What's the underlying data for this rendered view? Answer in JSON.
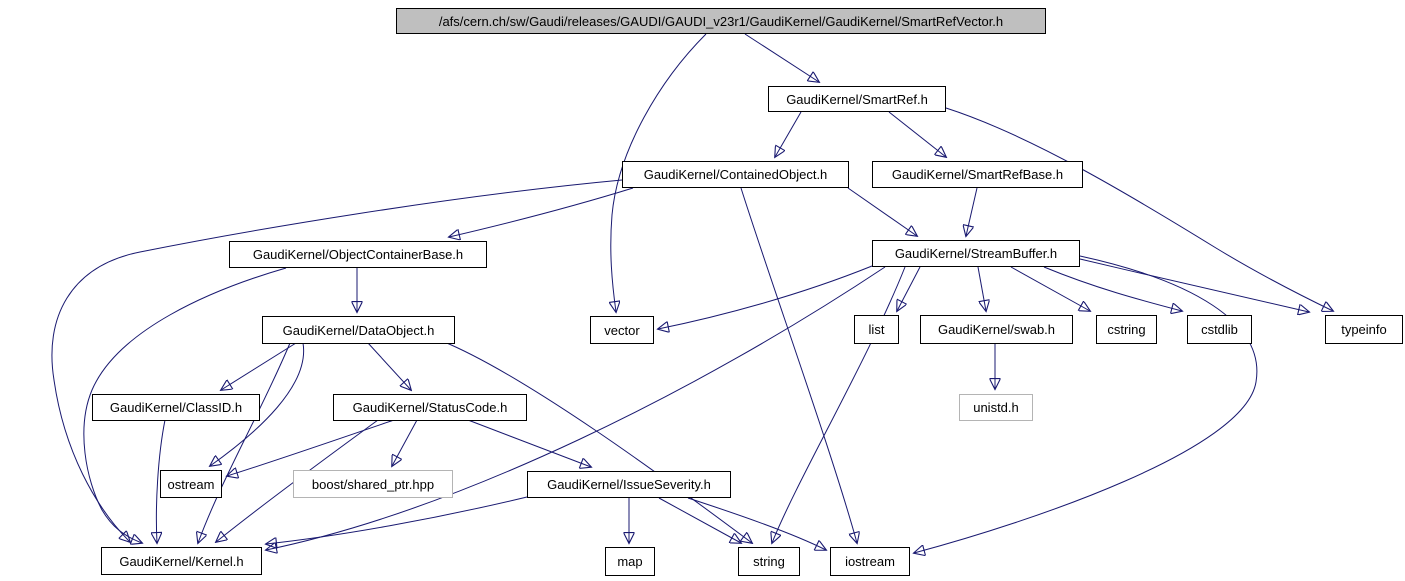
{
  "diagram": {
    "kind": "doxygen-include-dependency-graph",
    "colors": {
      "edge": "#191970",
      "node_fill": "#ffffff",
      "node_border": "#000000",
      "root_fill": "#bfbfbf",
      "external_node_border": "#b4b4b4",
      "background": "#ffffff"
    },
    "nodes": [
      {
        "id": "root",
        "label": "/afs/cern.ch/sw/Gaudi/releases/GAUDI/GAUDI_v23r1/GaudiKernel/GaudiKernel/SmartRefVector.h",
        "type": "root-file"
      },
      {
        "id": "smartref",
        "label": "GaudiKernel/SmartRef.h",
        "type": "project-header"
      },
      {
        "id": "containedobject",
        "label": "GaudiKernel/ContainedObject.h",
        "type": "project-header"
      },
      {
        "id": "smartrefbase",
        "label": "GaudiKernel/SmartRefBase.h",
        "type": "project-header"
      },
      {
        "id": "objectcontainerbase",
        "label": "GaudiKernel/ObjectContainerBase.h",
        "type": "project-header"
      },
      {
        "id": "streambuffer",
        "label": "GaudiKernel/StreamBuffer.h",
        "type": "project-header"
      },
      {
        "id": "vector",
        "label": "vector",
        "type": "system-header"
      },
      {
        "id": "dataobject",
        "label": "GaudiKernel/DataObject.h",
        "type": "project-header"
      },
      {
        "id": "list",
        "label": "list",
        "type": "system-header"
      },
      {
        "id": "swab",
        "label": "GaudiKernel/swab.h",
        "type": "project-header"
      },
      {
        "id": "cstring",
        "label": "cstring",
        "type": "system-header"
      },
      {
        "id": "cstdlib",
        "label": "cstdlib",
        "type": "system-header"
      },
      {
        "id": "typeinfo",
        "label": "typeinfo",
        "type": "system-header"
      },
      {
        "id": "classid",
        "label": "GaudiKernel/ClassID.h",
        "type": "project-header"
      },
      {
        "id": "statuscode",
        "label": "GaudiKernel/StatusCode.h",
        "type": "project-header"
      },
      {
        "id": "unistd",
        "label": "unistd.h",
        "type": "external-header"
      },
      {
        "id": "ostream",
        "label": "ostream",
        "type": "system-header"
      },
      {
        "id": "boost",
        "label": "boost/shared_ptr.hpp",
        "type": "external-header"
      },
      {
        "id": "issueseverity",
        "label": "GaudiKernel/IssueSeverity.h",
        "type": "project-header"
      },
      {
        "id": "kernel",
        "label": "GaudiKernel/Kernel.h",
        "type": "project-header"
      },
      {
        "id": "map",
        "label": "map",
        "type": "system-header"
      },
      {
        "id": "string",
        "label": "string",
        "type": "system-header"
      },
      {
        "id": "iostream",
        "label": "iostream",
        "type": "system-header"
      }
    ],
    "edges": [
      {
        "from": "root",
        "to": "smartref"
      },
      {
        "from": "root",
        "to": "vector"
      },
      {
        "from": "smartref",
        "to": "containedobject"
      },
      {
        "from": "smartref",
        "to": "smartrefbase"
      },
      {
        "from": "smartref",
        "to": "typeinfo"
      },
      {
        "from": "containedobject",
        "to": "objectcontainerbase"
      },
      {
        "from": "containedobject",
        "to": "streambuffer"
      },
      {
        "from": "containedobject",
        "to": "kernel"
      },
      {
        "from": "containedobject",
        "to": "iostream"
      },
      {
        "from": "smartrefbase",
        "to": "streambuffer"
      },
      {
        "from": "objectcontainerbase",
        "to": "dataobject"
      },
      {
        "from": "objectcontainerbase",
        "to": "kernel"
      },
      {
        "from": "dataobject",
        "to": "classid"
      },
      {
        "from": "dataobject",
        "to": "statuscode"
      },
      {
        "from": "dataobject",
        "to": "ostream"
      },
      {
        "from": "dataobject",
        "to": "kernel"
      },
      {
        "from": "dataobject",
        "to": "string"
      },
      {
        "from": "statuscode",
        "to": "ostream"
      },
      {
        "from": "statuscode",
        "to": "boost"
      },
      {
        "from": "statuscode",
        "to": "issueseverity"
      },
      {
        "from": "statuscode",
        "to": "kernel"
      },
      {
        "from": "classid",
        "to": "kernel"
      },
      {
        "from": "issueseverity",
        "to": "map"
      },
      {
        "from": "issueseverity",
        "to": "string"
      },
      {
        "from": "issueseverity",
        "to": "iostream"
      },
      {
        "from": "issueseverity",
        "to": "kernel"
      },
      {
        "from": "streambuffer",
        "to": "list"
      },
      {
        "from": "streambuffer",
        "to": "swab"
      },
      {
        "from": "streambuffer",
        "to": "cstring"
      },
      {
        "from": "streambuffer",
        "to": "cstdlib"
      },
      {
        "from": "streambuffer",
        "to": "typeinfo"
      },
      {
        "from": "streambuffer",
        "to": "vector"
      },
      {
        "from": "streambuffer",
        "to": "string"
      },
      {
        "from": "streambuffer",
        "to": "iostream"
      },
      {
        "from": "streambuffer",
        "to": "kernel"
      },
      {
        "from": "swab",
        "to": "unistd"
      }
    ]
  }
}
